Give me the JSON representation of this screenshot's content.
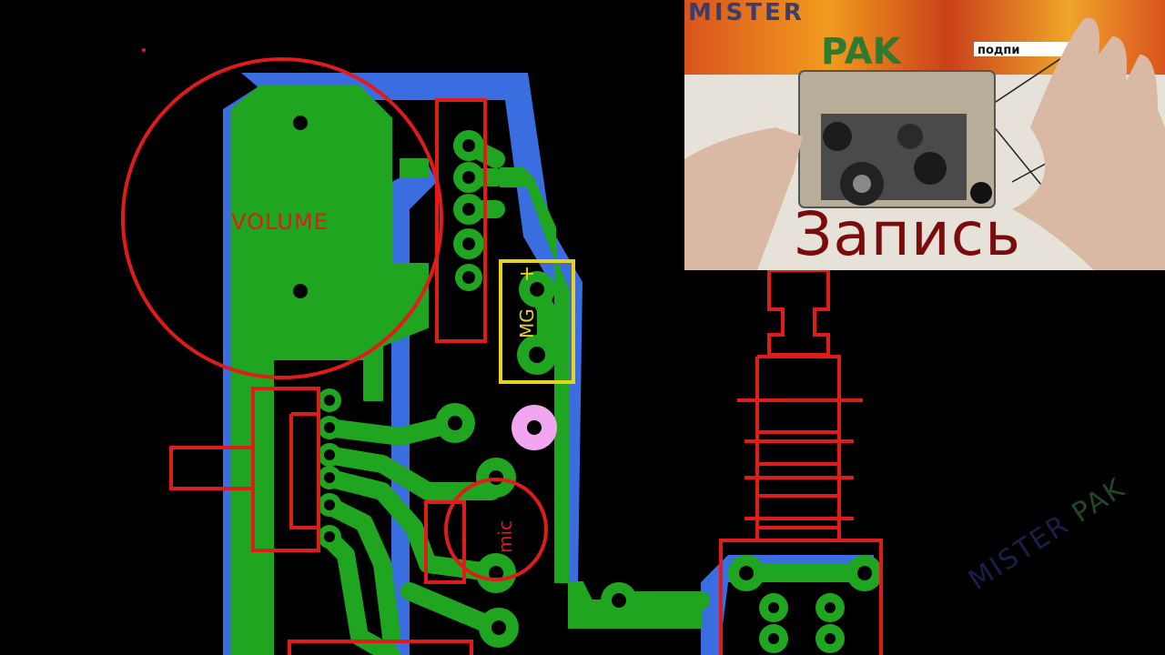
{
  "pcb": {
    "labels": {
      "volume": "VOLUME",
      "motor": "MG",
      "motor_polarity": "+",
      "mic": "mic"
    },
    "colors": {
      "background": "#000000",
      "copper_top": "#1fa51f",
      "copper_bottom": "#3a6ee0",
      "silkscreen": "#e01b1b",
      "motor_outline": "#e8d21e",
      "pad_hole": "#000000",
      "pink_pad": "#f2a6f2"
    }
  },
  "inset": {
    "banner_left": "MISTER",
    "banner_right": "PAK",
    "banner_small": "подпи",
    "caption": "Запись"
  },
  "watermark": {
    "part1": "MISTER",
    "part2": "PAK"
  }
}
